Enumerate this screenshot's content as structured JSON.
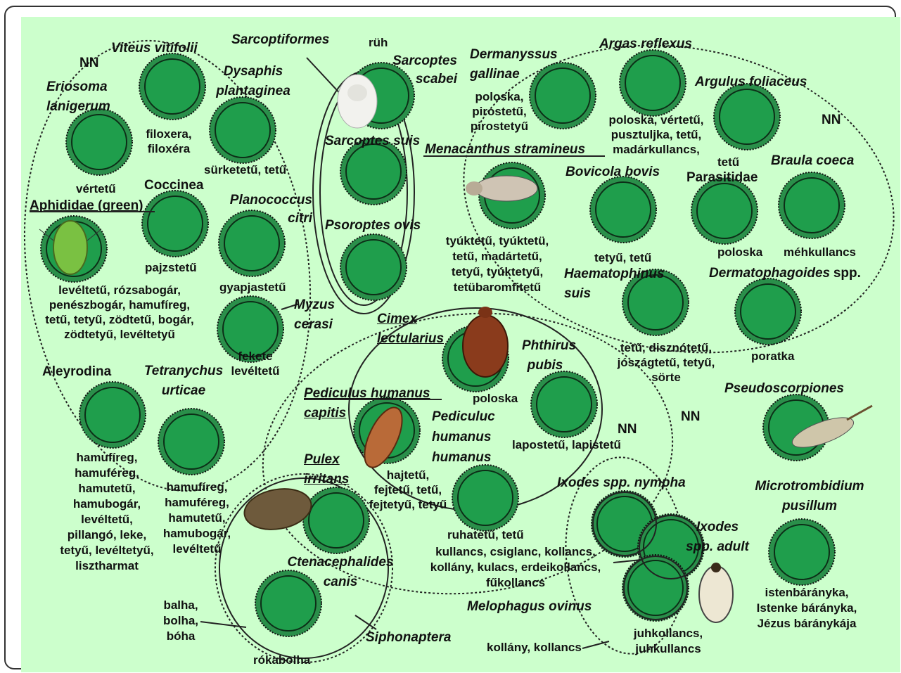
{
  "colors": {
    "background": "#ccffcc",
    "circle_fill": "#1f9e4c",
    "circle_ring": "#2a8f4a",
    "line": "#222222"
  },
  "labels": {
    "nn_tl": "NN",
    "viteus": "Viteus vitifolii",
    "sarcoptiformes": "Sarcoptiformes",
    "ruh": "rüh",
    "sarcoptes_scabei": "Sarcoptes scabei",
    "dermanyssus": "Dermanyssus gallinae",
    "argas": "Argas reflexus",
    "eriosoma": "Eriosoma lanigerum",
    "dysaphis": "Dysaphis plantaginea",
    "argulus": "Argulus foliaceus",
    "filoxera": "filoxera, filoxéra",
    "poloska_pirostetu": "poloska, pirostetű, pirostetyű",
    "argas_common": "poloska, vértetű, pusztuljka, tetű, madárkullancs,",
    "nn_tr": "NN",
    "sarcoptes_suis": "Sarcoptes suis",
    "menacanthus": "Menacanthus stramineus",
    "tetu_argulus": "tetű",
    "braula": "Braula coeca",
    "surketetu": "sürketetű, tetű",
    "vertetu": "vértetű",
    "coccinea": "Coccinea",
    "bovicola": "Bovicola bovis",
    "parasitidae": "Parasitidae",
    "aphididae": "Aphididae (green)",
    "planococcus": "Planococcus citri",
    "psoroptes": "Psoroptes ovis",
    "menacanthus_common": "tyúktetű, tyúktetü, tetű, madártetű, tetyű, tyúktetyű, tetübaromfitetű",
    "poloska_parasitidae": "poloska",
    "mehkullancs": "méhkullancs",
    "pajzstetu": "pajzstetű",
    "tetu_tetu": "tetyű, tetű",
    "haematophinus": "Haematophinus suis",
    "dermatophagoides": "Dermatophagoides",
    "spp": "spp.",
    "gyapjastetu": "gyapjastetű",
    "aphid_common": "levéltetű, rózsabogár, penészbogár, hamufíreg, tetű, tetyű, zödtetű, bogár, zödtetyű, levéltetyű",
    "myzus": "Myzus cerasi",
    "cimex": "Cimex lectularius",
    "phthirus": "Phthirus pubis",
    "haemat_common": "tetű, disznótetű, jószágtetű, tetyű, sörte",
    "poratka": "poratka",
    "fekete": "fekete levéltetű",
    "aleyrodina": "Aleyrodina",
    "tetranychus": "Tetranychus urticae",
    "poloska_cimex": "poloska",
    "pediculus_capitis": "Pediculus humanus capitis",
    "pseudoscorpiones": "Pseudoscorpiones",
    "pediculuc_humanus": "Pediculuc humanus humanus",
    "lapostetu": "lapostetű, lapistetű",
    "nn_mid": "NN",
    "nn_right": "NN",
    "pulex": "Pulex irritans",
    "hajtetu": "hajtetű, fejtetű, tetű, fejtetyű, tetyű",
    "ixodes_nympha": "Ixodes spp. nympha",
    "microtrombidium": "Microtrombidium pusillum",
    "aleyrodina_common": "hamufíreg, hamuféreg, hamutetű, hamubogár, levéltetű, pillangó, leke, tetyű, levéltetyű, lisztharmat",
    "tetranychus_common": "hamufíreg, hamuféreg, hamutetű, hamubogár, levéltetű",
    "ruhatetu": "ruhatetű, tetű",
    "ixodes_adult": "Ixodes spp. adult",
    "ixodes_common": "kullancs, csiglanc, kollancs, kollány, kulacs, erdeikollancs, fűkollancs",
    "ctenocephalides": "Ctenacephalides canis",
    "istenbaranyka": "istenbárányka, Istenke bárányka, Jézus báránykája",
    "balha": "balha, bolha, bóha",
    "melophagus": "Melophagus ovinus",
    "siphonaptera": "Siphonaptera",
    "kollany": "kollány, kollancs",
    "juhkollancs": "juhkollancs, juhkullancs",
    "rokabolha": "rókabolha"
  }
}
